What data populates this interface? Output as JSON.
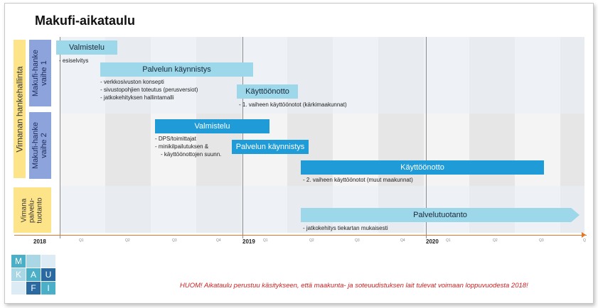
{
  "title": "Makufi-aikataulu",
  "side_labels": {
    "vimanan_hankehallinta": "Vimanan hankehallinta",
    "vaihe1": "Makufi-hanke\nvaihe 1",
    "vaihe2": "Makufi-hanke\nvaihe 2",
    "palvelutuotanto": "Vimana\npalvelu-\ntuotanto"
  },
  "bars": {
    "valmistelu1": "Valmistelu",
    "palvelun_kaynnistys1": "Palvelun käynnistys",
    "kayttoonotto1": "Käyttöönotto",
    "valmistelu2": "Valmistelu",
    "palvelun_kaynnistys2": "Palvelun käynnistys",
    "kayttoonotto2": "Käyttöönotto",
    "palvelutuotanto": "Palvelutuotanto"
  },
  "notes": {
    "esiselvitys": "esiselvitys",
    "pk1": [
      "verkkosivuston konsepti",
      "sivustopohjien toteutus (perusversiot)",
      "jatkokehityksen hallintamalli"
    ],
    "ko1": "1. vaiheen käyttöönotot (kärkimaakunnat)",
    "v2": [
      "DPS/toimittajat",
      "minikilpailutuksen &",
      "käyttöönottojen suunn."
    ],
    "ko2": "2. vaiheen käyttöönotot (muut maakunnat)",
    "pt": "jatkokehitys tiekartan mukaisesti"
  },
  "axis": {
    "years": [
      "2018",
      "2019",
      "2020"
    ],
    "quarters": [
      "Q1",
      "Q2",
      "Q3",
      "Q4",
      "Q1",
      "Q2",
      "Q3",
      "Q4",
      "Q1",
      "Q2",
      "Q3",
      "Q"
    ]
  },
  "logo": {
    "letters": [
      "M",
      "A",
      "K",
      "U",
      "F",
      "I"
    ],
    "colors": {
      "dark": "#2a6aa0",
      "teal": "#4bafc8",
      "light": "#a9d7e6",
      "pale": "#dcebf4"
    }
  },
  "footnote": "HUOM! Aikataulu perustuu käsitykseen, että maakunta- ja soteuudistuksen lait tulevat voimaan loppuvuodesta 2018!",
  "colors": {
    "light_bar": "#9dd7ea",
    "dark_bar": "#1f9bd7",
    "axis": "#e2772a",
    "yellow": "#fde488",
    "blue": "#8da3dc",
    "footnote": "#d02020"
  }
}
